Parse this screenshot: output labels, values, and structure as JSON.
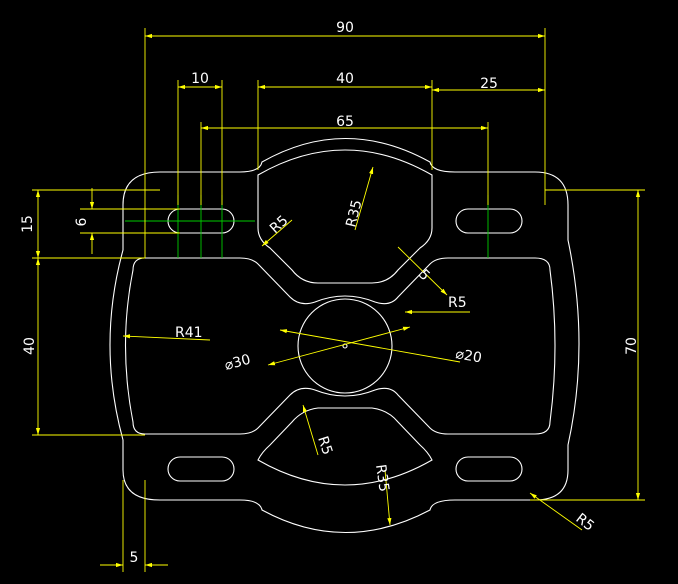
{
  "colors": {
    "background": "#000000",
    "geometry": "#ffffff",
    "dimension": "#ffff00",
    "center": "#00cc00"
  },
  "dimensions": {
    "overall_width": "90",
    "slot_width": "10",
    "top_gap": "40",
    "right_offset": "25",
    "slot_centers": "65",
    "left_height": "15",
    "slot_height": "6",
    "left_middle": "40",
    "right_height": "70",
    "bottom_offset": "5",
    "radius_top_fillet": "R5",
    "radius_top_arc": "R35",
    "radius_right_5": "5",
    "radius_right_r5": "R5",
    "radius_left_arc": "R41",
    "diameter_outer": "⌀30",
    "diameter_inner": "⌀20",
    "radius_bottom_fillet": "R5",
    "radius_bottom_arc": "R35",
    "radius_bottom_right": "R5"
  }
}
